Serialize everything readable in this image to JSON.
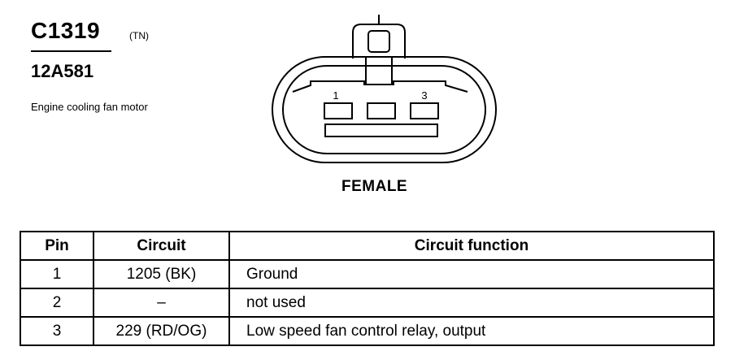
{
  "connector": {
    "code": "C1319",
    "variant": "(TN)",
    "part_number": "12A581",
    "description": "Engine cooling fan motor",
    "gender": "FEMALE",
    "cavity_labels": [
      "1",
      "3"
    ]
  },
  "table": {
    "headers": [
      "Pin",
      "Circuit",
      "Circuit function"
    ],
    "rows": [
      {
        "pin": "1",
        "circuit": "1205 (BK)",
        "function": "Ground"
      },
      {
        "pin": "2",
        "circuit": "–",
        "function": "not used"
      },
      {
        "pin": "3",
        "circuit": "229 (RD/OG)",
        "function": "Low speed fan control relay, output"
      }
    ]
  }
}
